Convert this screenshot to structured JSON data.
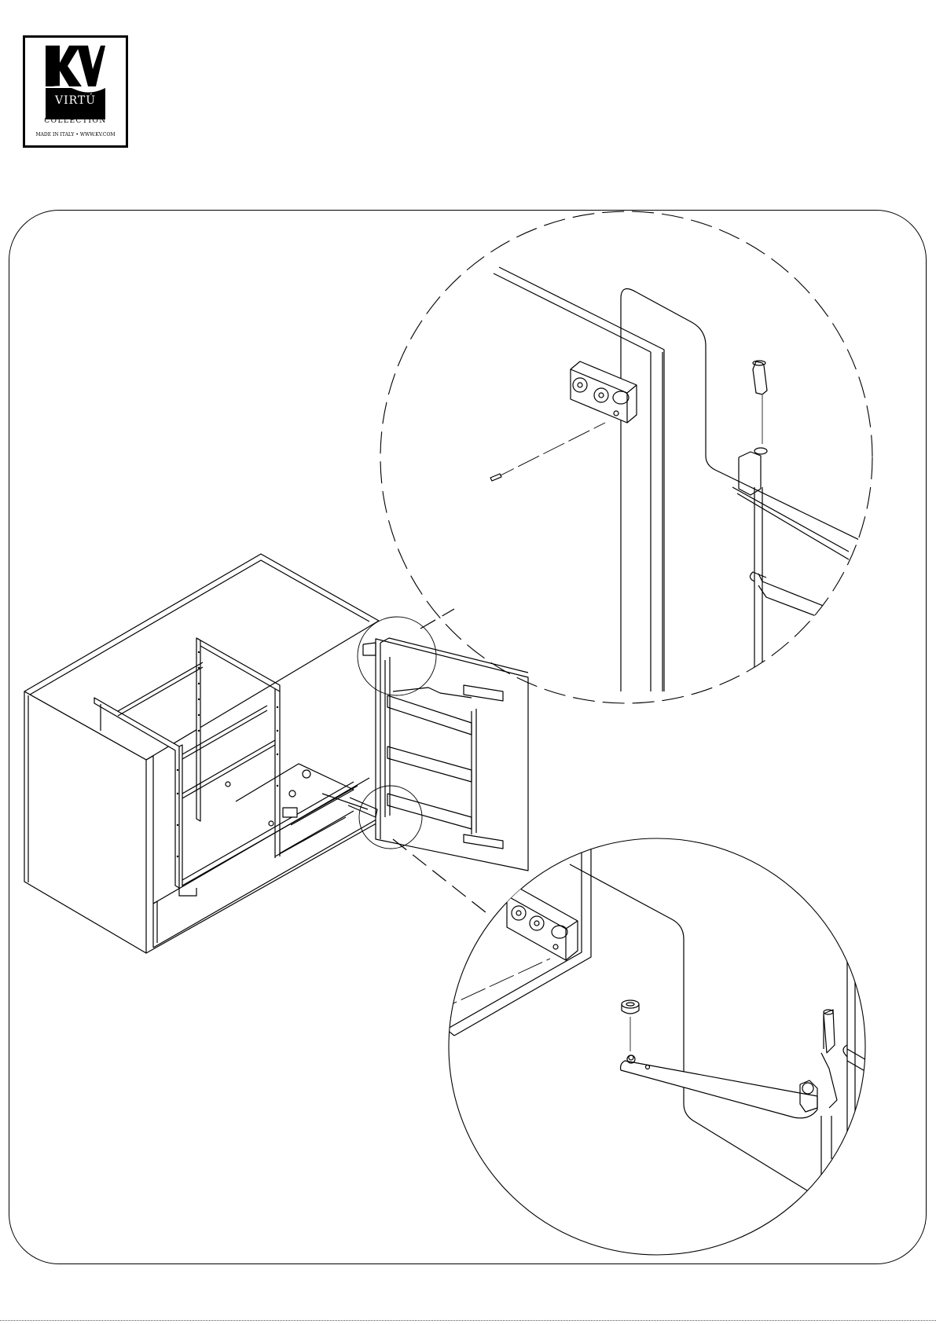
{
  "logo": {
    "mark": "KV",
    "brand": "VIRTÚ",
    "collection": "COLLECTION",
    "footer": "MADE IN ITALY • WWW.KV.COM"
  }
}
